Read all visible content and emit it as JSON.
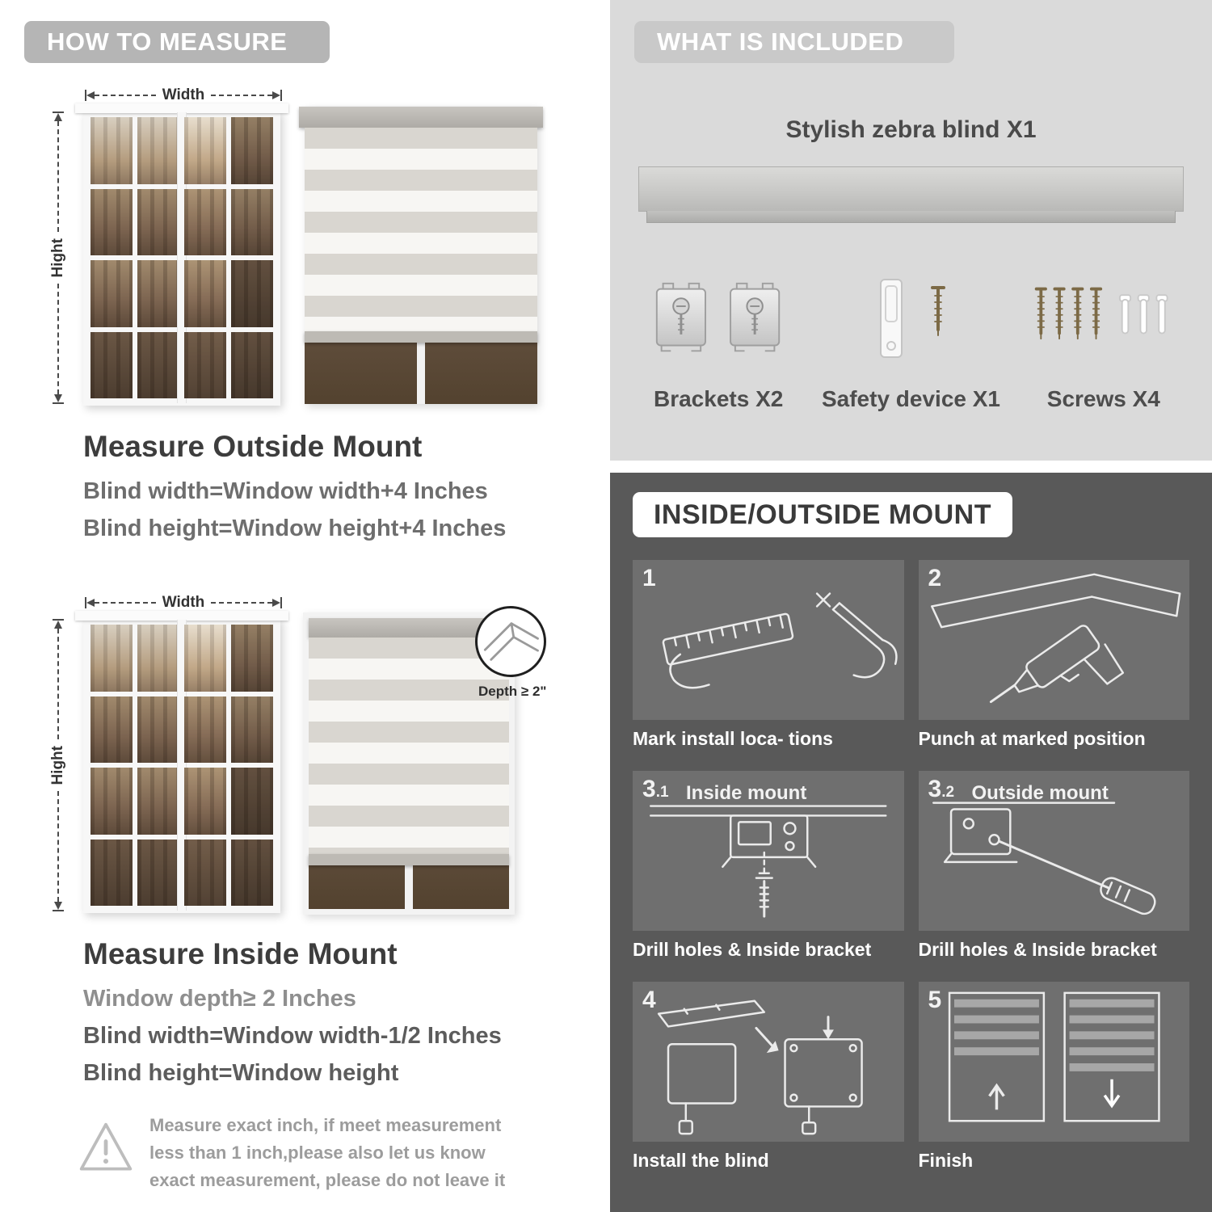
{
  "colors": {
    "light_gray_bg": "#dadada",
    "dark_gray_bg": "#595959",
    "panel_gray": "#6f6f6f",
    "pill_gray": "#b5b5b5",
    "formula_text": "#6e6e6e"
  },
  "left": {
    "header": "HOW TO MEASURE",
    "outside": {
      "width_label": "Width",
      "height_label": "Hight",
      "title": "Measure Outside Mount",
      "formulas": [
        "Blind width=Window width+4 Inches",
        "Blind height=Window height+4 Inches"
      ]
    },
    "inside": {
      "width_label": "Width",
      "height_label": "Hight",
      "depth_note": "Depth ≥ 2\"",
      "title": "Measure Inside Mount",
      "formulas": [
        "Window depth≥ 2 Inches",
        "Blind width=Window width-1/2 Inches",
        "Blind height=Window height"
      ]
    },
    "warning_icon": "warning-triangle-icon",
    "warning_text": "Measure exact inch, if meet measurement less than 1 inch,please also let us know exact measurement, please do not leave it"
  },
  "right": {
    "included": {
      "header": "WHAT IS INCLUDED",
      "product_label": "Stylish zebra blind X1",
      "items": [
        {
          "label": "Brackets X2",
          "icon": "brackets-icon"
        },
        {
          "label": "Safety device X1",
          "icon": "safety-device-icon"
        },
        {
          "label": "Screws X4",
          "icon": "screws-icon"
        }
      ]
    },
    "mount": {
      "header": "INSIDE/OUTSIDE MOUNT",
      "steps": [
        {
          "num": "1",
          "sub": "",
          "label": "",
          "caption": "Mark install loca- tions"
        },
        {
          "num": "2",
          "sub": "",
          "label": "",
          "caption": "Punch at marked position"
        },
        {
          "num": "3",
          "sub": ".1",
          "label": "Inside mount",
          "caption": "Drill holes & Inside bracket"
        },
        {
          "num": "3",
          "sub": ".2",
          "label": "Outside mount",
          "caption": "Drill holes & Inside bracket"
        },
        {
          "num": "4",
          "sub": "",
          "label": "",
          "caption": "Install the blind"
        },
        {
          "num": "5",
          "sub": "",
          "label": "",
          "caption": "Finish"
        }
      ]
    }
  }
}
